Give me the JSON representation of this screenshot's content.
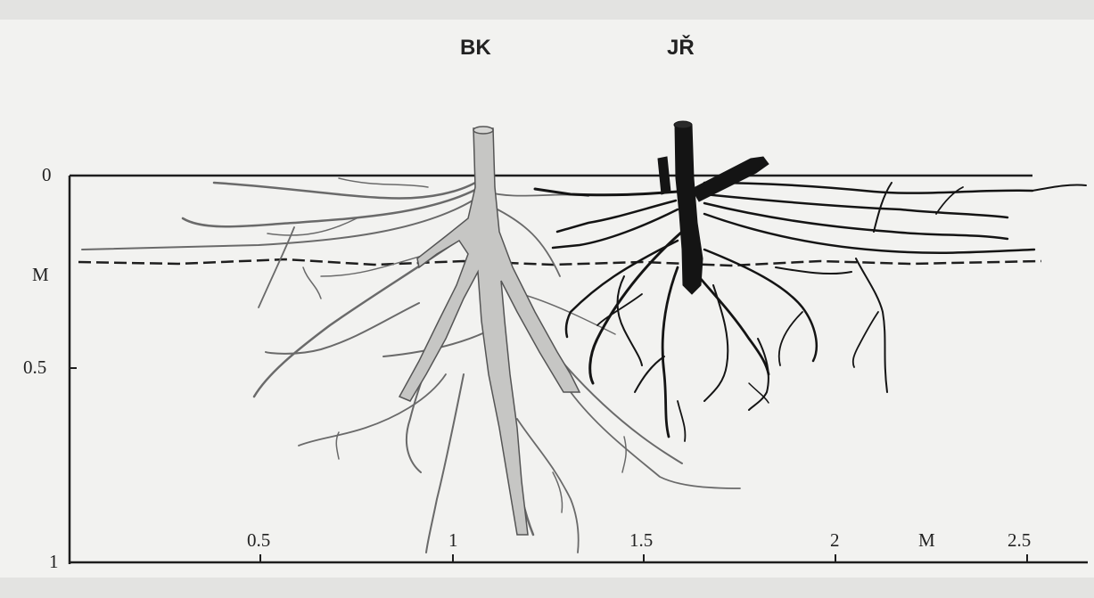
{
  "labels": {
    "left_plant": "BK",
    "right_plant": "JŘ",
    "depth_mark": "M",
    "length_unit": "M"
  },
  "depth_ticks": [
    "0",
    "0.5",
    "1"
  ],
  "distance_ticks": [
    "0.5",
    "1",
    "1.5",
    "2",
    "2.5"
  ],
  "colors": {
    "ink": "#1e1e1e",
    "bk_root_fill": "#c6c6c4",
    "bk_root_outline": "#555555",
    "jr_root_fill": "#141414",
    "background": "#f2f2f0"
  }
}
